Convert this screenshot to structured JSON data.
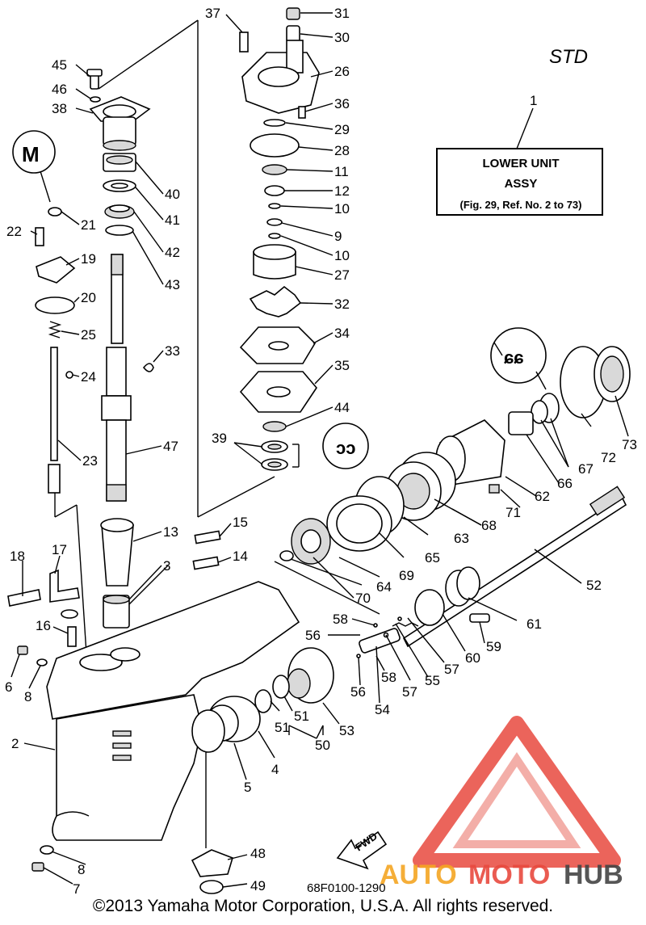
{
  "diagram": {
    "std_label": "STD",
    "assy_box": {
      "line1": "LOWER UNIT",
      "line2": "ASSY",
      "line3": "(Fig. 29, Ref. No. 2 to 73)",
      "ref": "1"
    },
    "drawing_code": "68F0100-1290",
    "fwd_label": "FWD",
    "copyright": "©2013 Yamaha Motor Corporation, U.S.A. All rights reserved.",
    "watermark": {
      "part1": "AUTO",
      "part2": "MOTO",
      "part3": "HUB",
      "color_orange": "#f5a623",
      "color_red": "#e84a3f",
      "color_dark": "#444444"
    },
    "callouts": {
      "c1": "1",
      "c2": "2",
      "c3": "3",
      "c4": "4",
      "c5": "5",
      "c6": "6",
      "c7": "7",
      "c8a": "8",
      "c8b": "8",
      "c9": "9",
      "c10a": "10",
      "c10b": "10",
      "c11": "11",
      "c12": "12",
      "c13": "13",
      "c14": "14",
      "c15": "15",
      "c16": "16",
      "c17": "17",
      "c18": "18",
      "c19": "19",
      "c20": "20",
      "c21": "21",
      "c22": "22",
      "c23": "23",
      "c24": "24",
      "c25": "25",
      "c26": "26",
      "c27": "27",
      "c28": "28",
      "c29": "29",
      "c30": "30",
      "c31": "31",
      "c32": "32",
      "c33": "33",
      "c34": "34",
      "c35": "35",
      "c36": "36",
      "c37": "37",
      "c38": "38",
      "c39": "39",
      "c40": "40",
      "c41": "41",
      "c42": "42",
      "c43": "43",
      "c44": "44",
      "c45": "45",
      "c46": "46",
      "c47": "47",
      "c48": "48",
      "c49": "49",
      "c50": "50",
      "c51a": "51",
      "c51b": "51",
      "c52": "52",
      "c53": "53",
      "c54": "54",
      "c55": "55",
      "c56a": "56",
      "c56b": "56",
      "c57a": "57",
      "c57b": "57",
      "c58a": "58",
      "c58b": "58",
      "c59": "59",
      "c60": "60",
      "c61": "61",
      "c62": "62",
      "c63": "63",
      "c64": "64",
      "c65": "65",
      "c66": "66",
      "c67": "67",
      "c68": "68",
      "c69": "69",
      "c70": "70",
      "c71": "71",
      "c72": "72",
      "c73": "73"
    }
  }
}
